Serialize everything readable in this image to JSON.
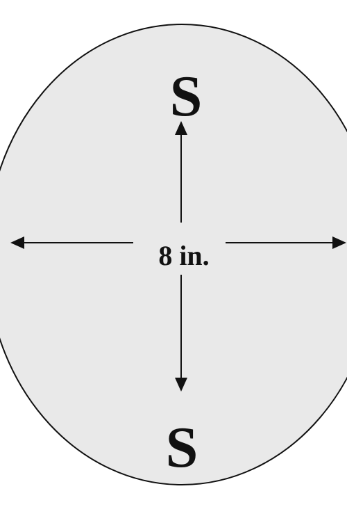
{
  "diagram": {
    "top_label": "S",
    "bottom_label": "S",
    "dimension_label": "8 in.",
    "colors": {
      "shape_fill": "#e9e9e9",
      "stroke": "#111111",
      "background": "#ffffff"
    }
  }
}
